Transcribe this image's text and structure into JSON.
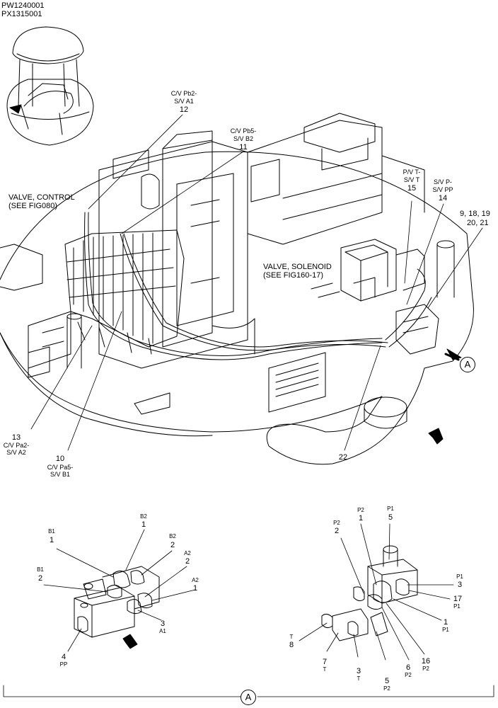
{
  "header": {
    "code1": "PW1240001",
    "code2": "PX1315001"
  },
  "notes": {
    "control_line1": "VALVE, CONTROL",
    "control_line2": "(SEE FIG080)",
    "solenoid_line1": "VALVE, SOLENOID",
    "solenoid_line2": "(SEE FIG160-17)"
  },
  "callouts": {
    "c12": {
      "text1": "C/V Pb2-",
      "text2": "S/V A1",
      "num": "12"
    },
    "c11": {
      "text1": "C/V Pb5-",
      "text2": "S/V B2",
      "num": "11"
    },
    "c15": {
      "text1": "P/V T-",
      "text2": "S/V T",
      "num": "15"
    },
    "c14": {
      "text1": "S/V P-",
      "text2": "S/V PP",
      "num": "14"
    },
    "c9": {
      "num1": "9, 18, 19",
      "num2": "20, 21"
    },
    "c13": {
      "num": "13",
      "text1": "C/V Pa2-",
      "text2": "S/V A2"
    },
    "c10": {
      "num": "10",
      "text1": "C/V Pa5-",
      "text2": "S/V B1"
    },
    "c22": {
      "num": "22"
    }
  },
  "view_label": "A",
  "left_detail": [
    {
      "sub": "B2",
      "num": "1"
    },
    {
      "sub": "B1",
      "num": "1"
    },
    {
      "sub": "B2",
      "num": "2"
    },
    {
      "sub": "A2",
      "num": "2"
    },
    {
      "sub": "B1",
      "num": "2"
    },
    {
      "sub": "A2",
      "num": "1"
    },
    {
      "sub": "A1",
      "num": "3"
    },
    {
      "sub": "PP",
      "num": "4"
    }
  ],
  "right_detail": [
    {
      "sub": "P2",
      "num": "1"
    },
    {
      "sub": "P1",
      "num": "5"
    },
    {
      "sub": "P2",
      "num": "2"
    },
    {
      "sub": "P1",
      "num": "3"
    },
    {
      "sub": "P1",
      "num": "17"
    },
    {
      "sub": "P1",
      "num": "1"
    },
    {
      "sub": "T",
      "num": "8"
    },
    {
      "sub": "T",
      "num": "7"
    },
    {
      "sub": "T",
      "num": "3"
    },
    {
      "sub": "P2",
      "num": "5"
    },
    {
      "sub": "P2",
      "num": "6"
    },
    {
      "sub": "P2",
      "num": "16"
    }
  ]
}
